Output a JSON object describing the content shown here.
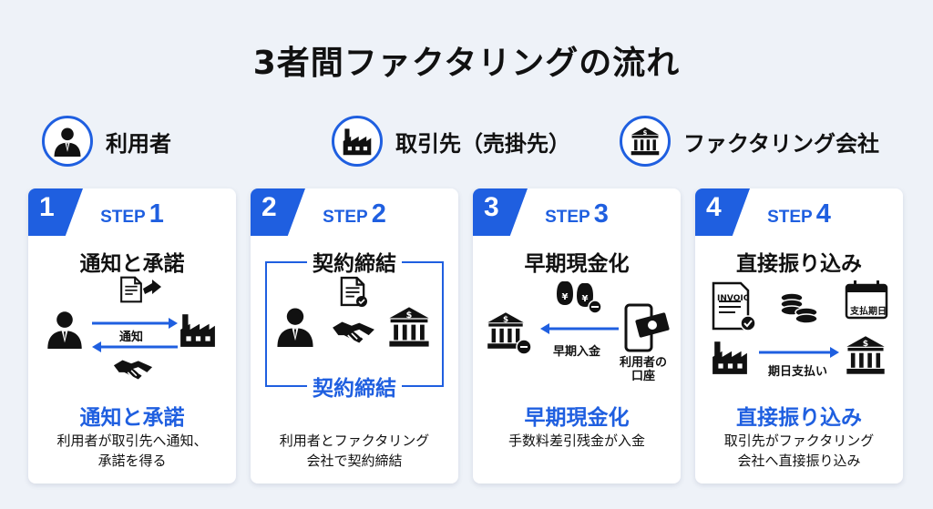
{
  "title": "3者間ファクタリングの流れ",
  "parties": [
    {
      "label": "利用者",
      "icon": "user-icon"
    },
    {
      "label": "取引先（売掛先）",
      "icon": "factory-icon"
    },
    {
      "label": "ファクタリング会社",
      "icon": "bank-icon"
    }
  ],
  "steps": [
    {
      "number": "1",
      "step_text": "STEP",
      "step_num": "1",
      "heading": "通知と承諾",
      "arrow_label": "通知",
      "result": "通知と承諾",
      "desc": "利用者が取引先へ通知、\n承諾を得る"
    },
    {
      "number": "2",
      "step_text": "STEP",
      "step_num": "2",
      "heading": "契約締結",
      "frame_bottom": "契約締結",
      "desc": "利用者とファクタリング\n会社で契約締結"
    },
    {
      "number": "3",
      "step_text": "STEP",
      "step_num": "3",
      "heading": "早期現金化",
      "arrow_label": "早期入金",
      "account_label_1": "利用者の",
      "account_label_2": "口座",
      "result": "早期現金化",
      "desc": "手数料差引残金が入金"
    },
    {
      "number": "4",
      "step_text": "STEP",
      "step_num": "4",
      "heading": "直接振り込み",
      "invoice_label": "INVOIC",
      "calendar_label": "支払期日",
      "arrow_label": "期日支払い",
      "result": "直接振り込み",
      "desc": "取引先がファクタリング\n会社へ直接振り込み"
    }
  ],
  "colors": {
    "accent": "#1f5fe0",
    "background": "#eef2f8",
    "card": "#ffffff"
  }
}
